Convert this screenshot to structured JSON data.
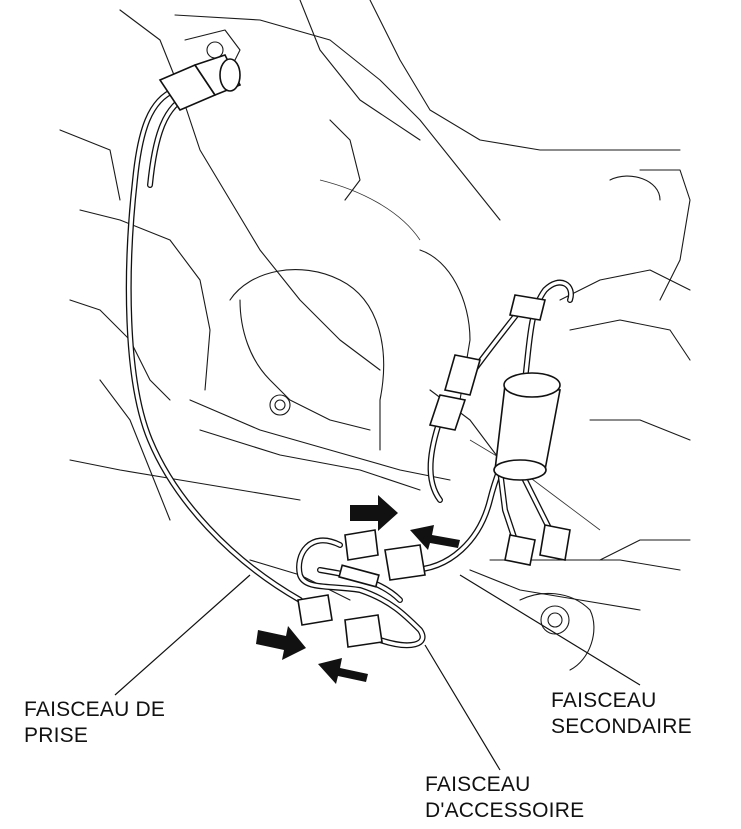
{
  "labels": {
    "prise": [
      "FAISCEAU DE",
      "PRISE"
    ],
    "secondaire": [
      "FAISCEAU",
      "SECONDAIRE"
    ],
    "accessoire": [
      "FAISCEAU",
      "D'ACCESSOIRE"
    ]
  },
  "icons": {
    "arrows": [
      "arrow-right-upper",
      "arrow-left-upper",
      "arrow-right-lower",
      "arrow-left-lower"
    ]
  },
  "colors": {
    "line": "#111111",
    "background": "#ffffff"
  }
}
